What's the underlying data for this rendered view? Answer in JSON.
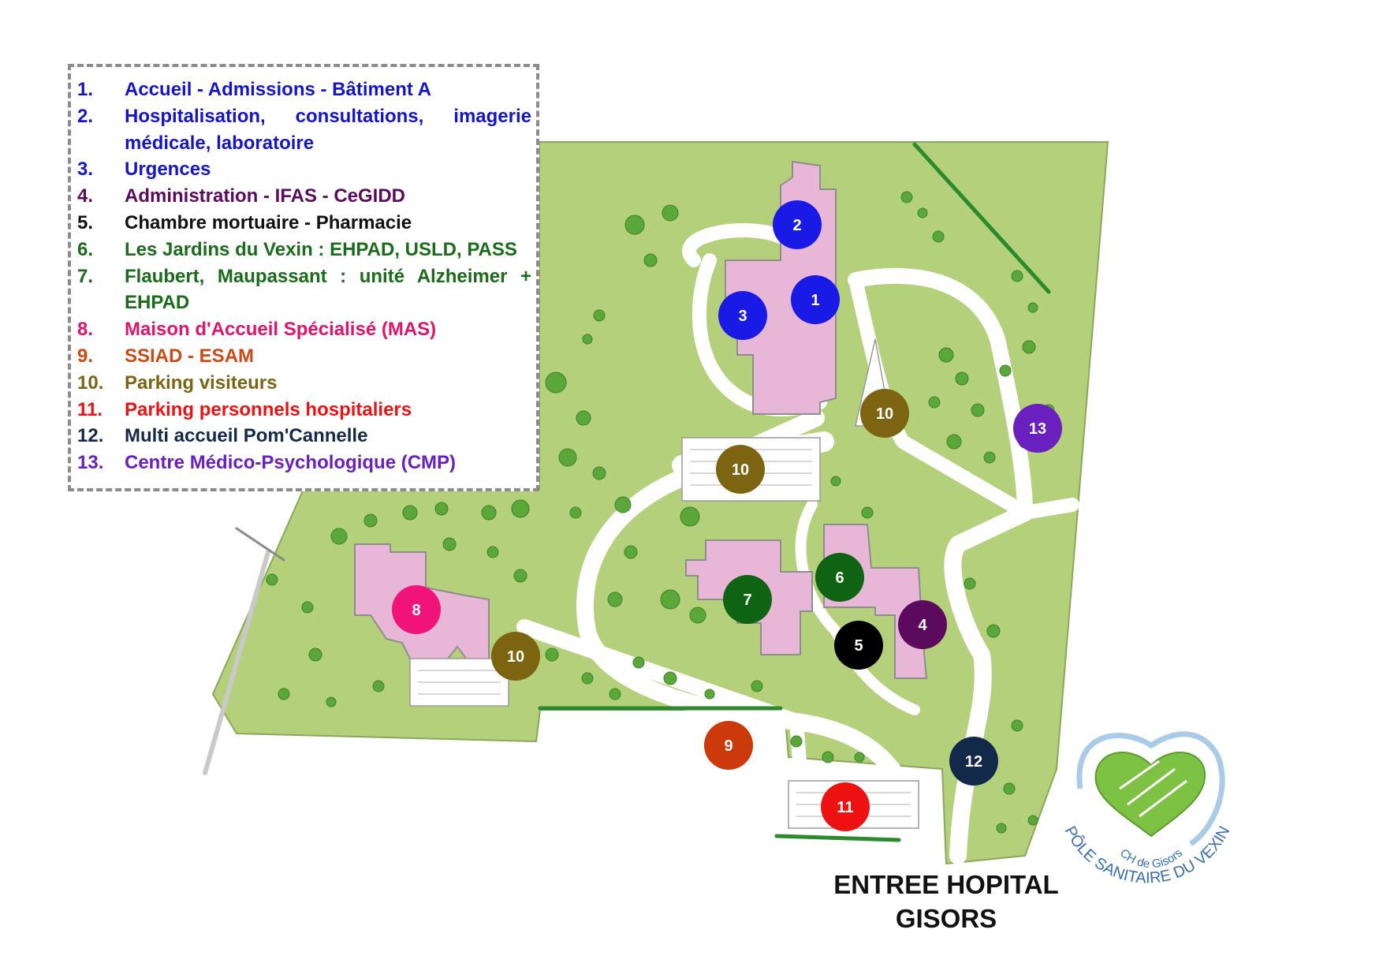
{
  "legend": {
    "items": [
      {
        "num": "1.",
        "text": "Accueil - Admissions - Bâtiment A",
        "color": "#1515c8"
      },
      {
        "num": "2.",
        "text": "Hospitalisation, consultations, imagerie médicale, laboratoire",
        "color": "#1515c8"
      },
      {
        "num": "3.",
        "text": "Urgences",
        "color": "#1515c8"
      },
      {
        "num": "4.",
        "text": "Administration - IFAS - CeGIDD",
        "color": "#5c0a5e"
      },
      {
        "num": "5.",
        "text": "Chambre mortuaire - Pharmacie",
        "color": "#111111"
      },
      {
        "num": "6.",
        "text": "Les Jardins du Vexin : EHPAD, USLD, PASS",
        "color": "#1a6b1a"
      },
      {
        "num": "7.",
        "text": "Flaubert, Maupassant : unité Alzheimer + EHPAD",
        "color": "#1a6b1a"
      },
      {
        "num": "8.",
        "text": "Maison d'Accueil Spécialisé (MAS)",
        "color": "#e0136e"
      },
      {
        "num": "9.",
        "text": "SSIAD - ESAM",
        "color": "#cc4a12"
      },
      {
        "num": "10.",
        "text": "Parking visiteurs",
        "color": "#7a6514"
      },
      {
        "num": "11.",
        "text": "Parking personnels hospitaliers",
        "color": "#ee1111"
      },
      {
        "num": "12.",
        "text": "Multi accueil Pom'Cannelle",
        "color": "#13294a"
      },
      {
        "num": "13.",
        "text": "Centre Médico-Psychologique (CMP)",
        "color": "#6a1fbf"
      }
    ]
  },
  "markers": [
    {
      "label": "1",
      "color": "#1a1ae6"
    },
    {
      "label": "2",
      "color": "#1a1ae6"
    },
    {
      "label": "3",
      "color": "#1a1ae6"
    },
    {
      "label": "4",
      "color": "#5c0a5e"
    },
    {
      "label": "5",
      "color": "#000000"
    },
    {
      "label": "6",
      "color": "#0f6414"
    },
    {
      "label": "7",
      "color": "#0f6414"
    },
    {
      "label": "8",
      "color": "#f0147a"
    },
    {
      "label": "9",
      "color": "#cc3a0c"
    },
    {
      "label": "10",
      "color": "#7d6410"
    },
    {
      "label": "10",
      "color": "#7d6410"
    },
    {
      "label": "10",
      "color": "#7d6410"
    },
    {
      "label": "11",
      "color": "#ee1111"
    },
    {
      "label": "12",
      "color": "#13294a"
    },
    {
      "label": "13",
      "color": "#6a1fbf"
    }
  ],
  "entrance": {
    "line1": "ENTREE HOPITAL",
    "line2": "GISORS"
  },
  "logo": {
    "inner": "CH de Gisors",
    "outer": "PÔLE SANITAIRE DU VEXIN"
  },
  "colors": {
    "grass": "#b4d07a",
    "building": "#e8b6d6",
    "road": "#ffffff",
    "tree": "#5aa83a"
  }
}
